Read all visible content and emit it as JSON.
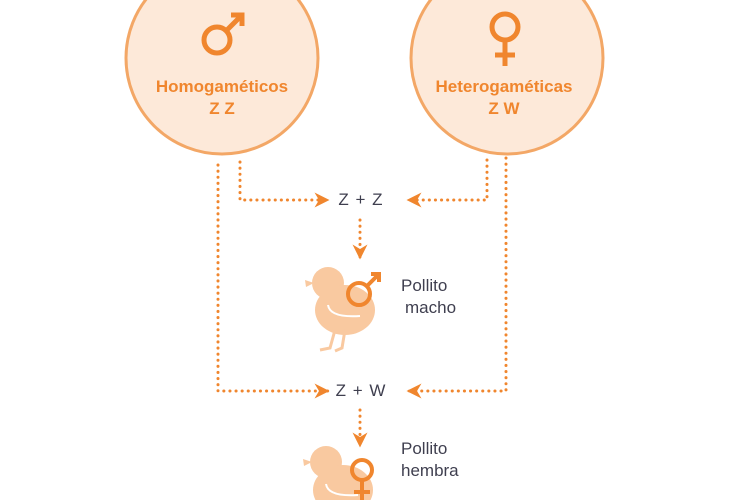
{
  "colors": {
    "accent": "#f0862e",
    "circle_fill": "#fde9d9",
    "circle_stroke": "#f3a766",
    "chick": "#f9c9a0",
    "text": "#3f3f4f"
  },
  "parents": [
    {
      "label": "Homogaméticos",
      "chromosomes": "Z Z",
      "icon": "male-symbol-icon"
    },
    {
      "label": "Heterogaméticas",
      "chromosomes": "Z W",
      "icon": "female-symbol-icon"
    }
  ],
  "crosses": [
    {
      "formula": "Z + Z",
      "result_line1": "Pollito",
      "result_line2": "macho",
      "icon": "male-symbol-icon"
    },
    {
      "formula": "Z + W",
      "result_line1": "Pollito",
      "result_line2": "hembra",
      "icon": "female-symbol-icon"
    }
  ]
}
